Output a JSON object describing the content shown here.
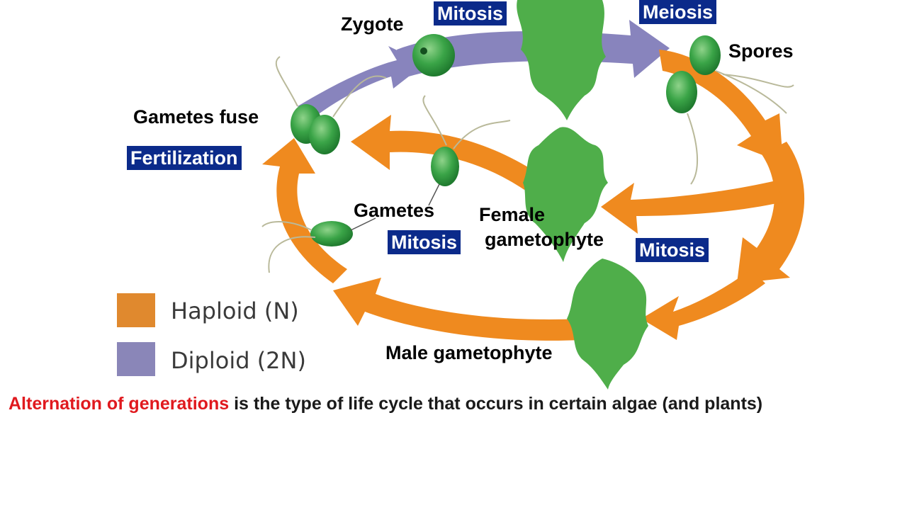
{
  "labels": {
    "zygote": "Zygote",
    "spores": "Spores",
    "gametes_fuse": "Gametes fuse",
    "gametes": "Gametes",
    "female_gametophyte_line1": "Female",
    "female_gametophyte_line2": "gametophyte",
    "male_gametophyte": "Male gametophyte"
  },
  "process_boxes": {
    "mitosis_top": "Mitosis",
    "meiosis": "Meiosis",
    "fertilization": "Fertilization",
    "mitosis_middle": "Mitosis",
    "mitosis_right": "Mitosis"
  },
  "legend": {
    "haploid": {
      "label": "Haploid (N)",
      "color": "#e0892e"
    },
    "diploid": {
      "label": "Diploid (2N)",
      "color": "#8a86b8"
    }
  },
  "caption": {
    "highlight": "Alternation of generations",
    "rest": " is the type of life cycle that occurs in certain algae (and plants)"
  },
  "colors": {
    "haploid_arrow": "#ef8a1f",
    "diploid_arrow": "#8884bd",
    "cell_green": "#3aa447",
    "thallus_green": "#4fae4a",
    "label_box": "#0b2a8a",
    "highlight_text": "#e0191e"
  }
}
